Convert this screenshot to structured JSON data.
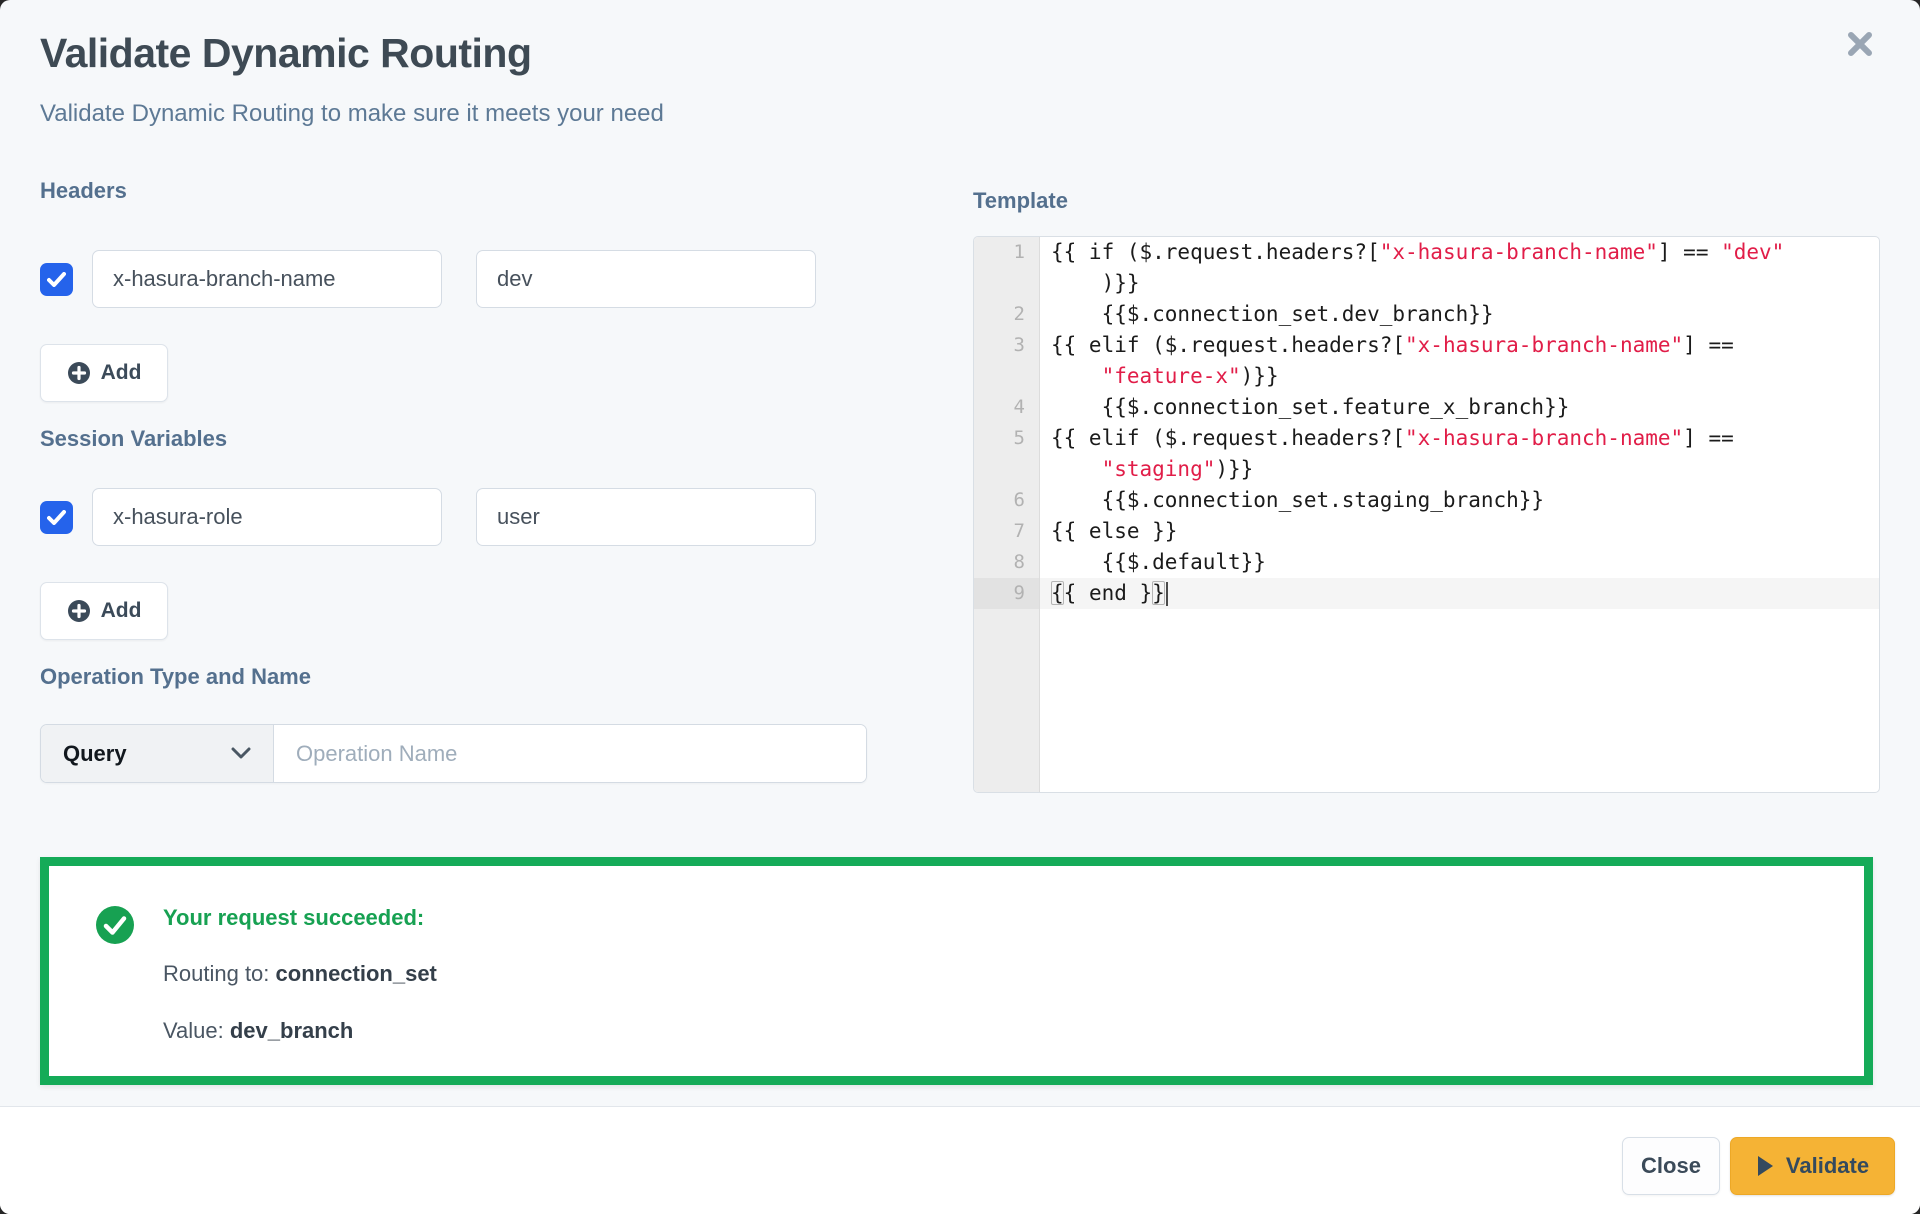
{
  "modal": {
    "title": "Validate Dynamic Routing",
    "subtitle": "Validate Dynamic Routing to make sure it meets your need"
  },
  "icons": {
    "close": "x-close",
    "add": "plus-circle",
    "checkbox_check": "checkmark",
    "select_chevron": "chevron-down",
    "success": "check-circle",
    "validate": "play-triangle"
  },
  "colors": {
    "accent_blue": "#2563eb",
    "success_green": "#15ab58",
    "validate_yellow": "#f5b335",
    "code_string_red": "#e11d48",
    "heading_slate": "#54708e"
  },
  "headers_section": {
    "label": "Headers",
    "add_label": "Add",
    "rows": [
      {
        "checked": true,
        "key": "x-hasura-branch-name",
        "value": "dev"
      }
    ]
  },
  "session_variables_section": {
    "label": "Session Variables",
    "add_label": "Add",
    "rows": [
      {
        "checked": true,
        "key": "x-hasura-role",
        "value": "user"
      }
    ]
  },
  "operation_section": {
    "label": "Operation Type and Name",
    "type_selected": "Query",
    "name_value": "",
    "name_placeholder": "Operation Name"
  },
  "template_section": {
    "label": "Template",
    "code_lines": [
      {
        "num": "1",
        "parts": [
          [
            "{{ if ($.request.headers?[",
            "p"
          ],
          [
            "\"x-hasura-branch-name\"",
            "s"
          ],
          [
            "] == ",
            "p"
          ],
          [
            "\"dev\"",
            "s"
          ]
        ]
      },
      {
        "num": "",
        "parts": [
          [
            "    )}}",
            "p"
          ]
        ]
      },
      {
        "num": "2",
        "parts": [
          [
            "    {{$.connection_set.dev_branch}}",
            "p"
          ]
        ]
      },
      {
        "num": "3",
        "parts": [
          [
            "{{ elif ($.request.headers?[",
            "p"
          ],
          [
            "\"x-hasura-branch-name\"",
            "s"
          ],
          [
            "] ==",
            "p"
          ]
        ]
      },
      {
        "num": "",
        "parts": [
          [
            "    ",
            "p"
          ],
          [
            "\"feature-x\"",
            "s"
          ],
          [
            ")}}",
            "p"
          ]
        ]
      },
      {
        "num": "4",
        "parts": [
          [
            "    {{$.connection_set.feature_x_branch}}",
            "p"
          ]
        ]
      },
      {
        "num": "5",
        "parts": [
          [
            "{{ elif ($.request.headers?[",
            "p"
          ],
          [
            "\"x-hasura-branch-name\"",
            "s"
          ],
          [
            "] ==",
            "p"
          ]
        ]
      },
      {
        "num": "",
        "parts": [
          [
            "    ",
            "p"
          ],
          [
            "\"staging\"",
            "s"
          ],
          [
            ")}}",
            "p"
          ]
        ]
      },
      {
        "num": "6",
        "parts": [
          [
            "    {{$.connection_set.staging_branch}}",
            "p"
          ]
        ]
      },
      {
        "num": "7",
        "parts": [
          [
            "{{ else }}",
            "p"
          ]
        ]
      },
      {
        "num": "8",
        "parts": [
          [
            "    {{$.default}}",
            "p"
          ]
        ]
      },
      {
        "num": "9",
        "parts": [
          [
            "{",
            "b"
          ],
          [
            "{ end }",
            "p"
          ],
          [
            "}",
            "b"
          ]
        ],
        "active": true,
        "cursor": true
      }
    ]
  },
  "result_box": {
    "status": "Your request succeeded:",
    "routing_label": "Routing to: ",
    "routing_value": "connection_set",
    "value_label": "Value: ",
    "value_value": "dev_branch"
  },
  "footer": {
    "close_label": "Close",
    "validate_label": "Validate"
  }
}
